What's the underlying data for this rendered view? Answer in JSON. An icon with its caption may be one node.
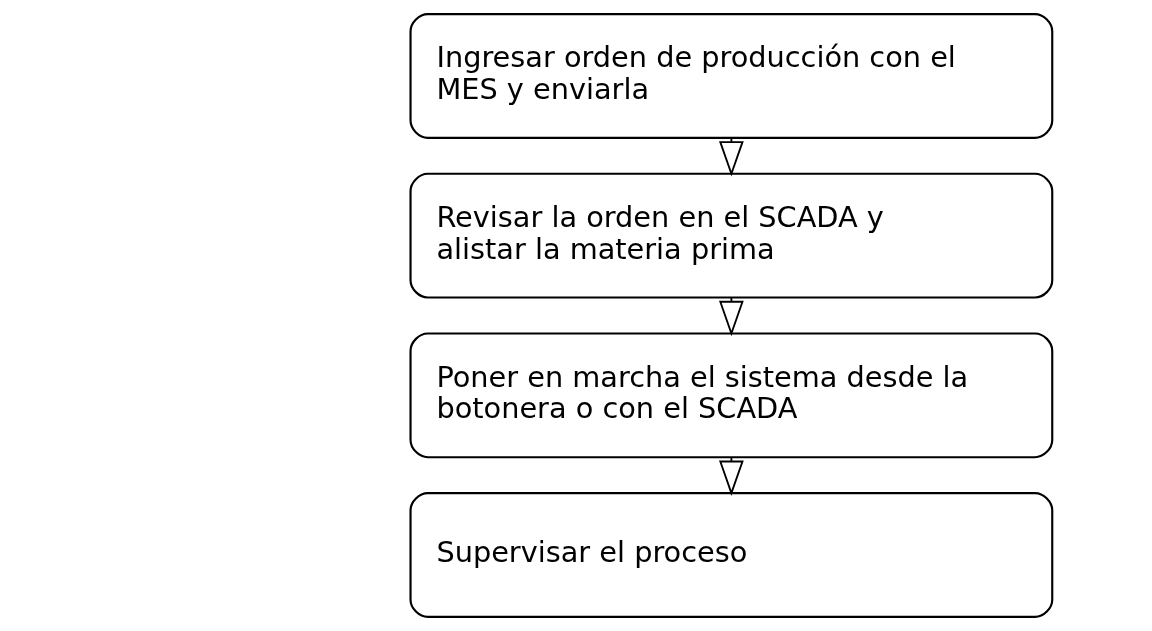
{
  "diagram": {
    "nodes": [
      {
        "text": [
          "Ingresar orden de producción con el MES y enviarla"
        ]
      },
      {
        "text": [
          "Revisar la orden en el SCADA y alistar la materia prima"
        ]
      },
      {
        "text": [
          "Poner en marcha el sistema desde la botonera o con el SCADA"
        ]
      },
      {
        "text": [
          "Supervisar el proceso"
        ]
      }
    ],
    "edges": [
      {
        "from": 0,
        "to": 1,
        "arrow": "to"
      },
      {
        "from": 1,
        "to": 2,
        "arrow": "to"
      },
      {
        "from": 2,
        "to": 3,
        "arrow": "to"
      }
    ]
  }
}
